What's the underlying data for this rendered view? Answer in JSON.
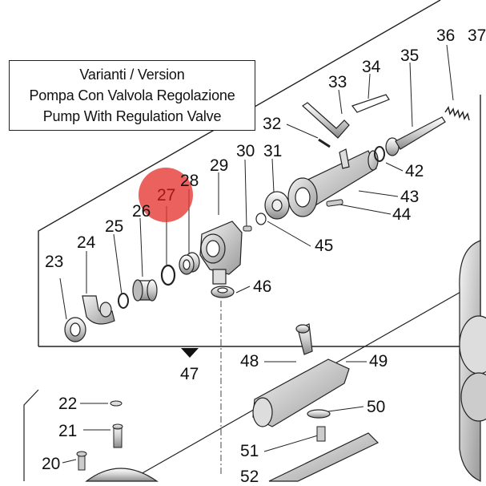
{
  "variant_box": {
    "line1": "Varianti / Version",
    "line2": "Pompa Con Valvola Regolazione",
    "line3": "Pump With Regulation Valve"
  },
  "highlight": {
    "part": "27",
    "color": "#e53935"
  },
  "parts": [
    "20",
    "21",
    "22",
    "23",
    "24",
    "25",
    "26",
    "27",
    "28",
    "29",
    "30",
    "31",
    "32",
    "33",
    "34",
    "35",
    "36",
    "37",
    "42",
    "43",
    "44",
    "45",
    "46",
    "47",
    "48",
    "49",
    "50",
    "51",
    "52"
  ],
  "labels": {
    "l20": "20",
    "l21": "21",
    "l22": "22",
    "l23": "23",
    "l24": "24",
    "l25": "25",
    "l26": "26",
    "l27": "27",
    "l28": "28",
    "l29": "29",
    "l30": "30",
    "l31": "31",
    "l32": "32",
    "l33": "33",
    "l34": "34",
    "l35": "35",
    "l36": "36",
    "l37": "37",
    "l42": "42",
    "l43": "43",
    "l44": "44",
    "l45": "45",
    "l46": "46",
    "l47": "47",
    "l48": "48",
    "l49": "49",
    "l50": "50",
    "l51": "51",
    "l52": "52"
  }
}
